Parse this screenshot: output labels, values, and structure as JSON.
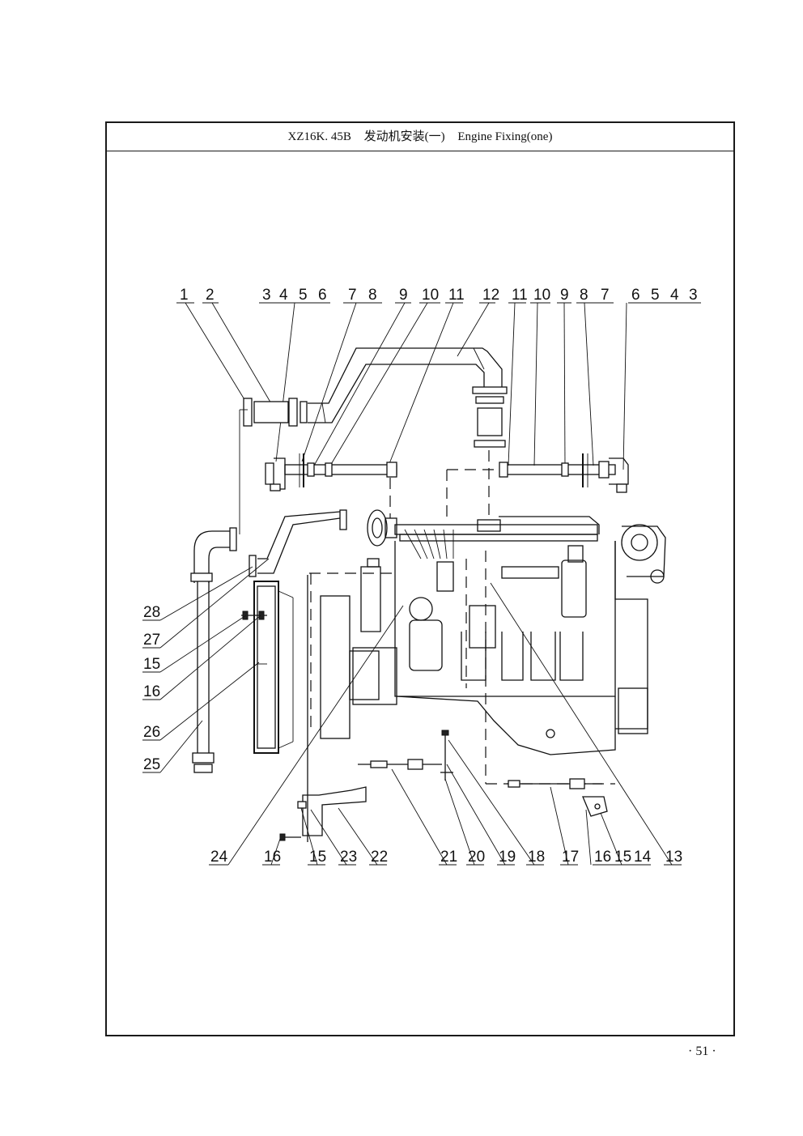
{
  "header": {
    "model": "XZ16K. 45B",
    "title_cn": "发动机安装(一)",
    "title_en": "Engine Fixing(one)"
  },
  "diagram": {
    "top_callouts": [
      "1",
      "2",
      "3",
      "4",
      "5",
      "6",
      "7",
      "8",
      "9",
      "10",
      "11",
      "12",
      "11",
      "10",
      "9",
      "8",
      "7",
      "6",
      "5",
      "4",
      "3"
    ],
    "left_callouts": [
      "28",
      "27",
      "15",
      "16",
      "26",
      "25"
    ],
    "bottom_callouts": [
      "24",
      "16",
      "15",
      "23",
      "22",
      "21",
      "20",
      "19",
      "18",
      "17",
      "16",
      "15",
      "14",
      "13"
    ]
  },
  "footer": {
    "page_number": "· 51 ·"
  }
}
